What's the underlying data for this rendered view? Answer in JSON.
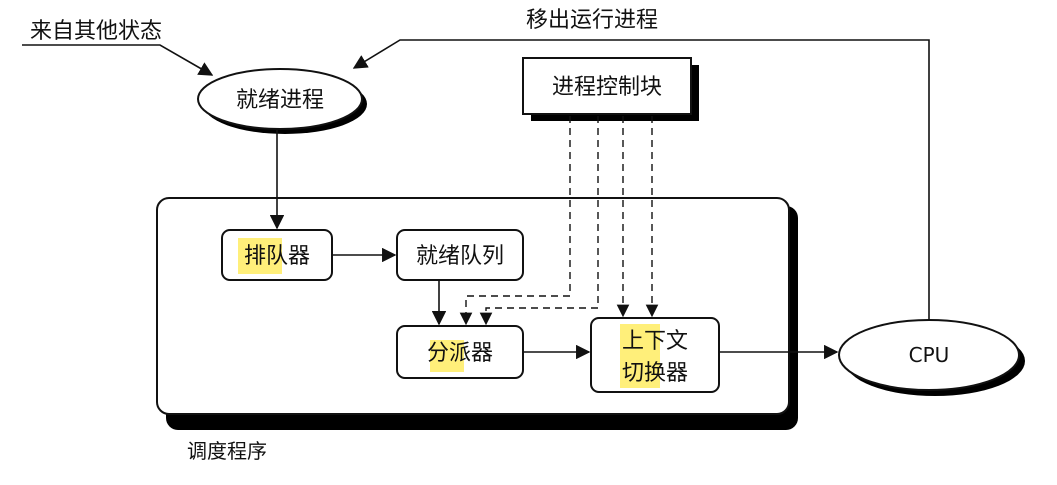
{
  "labels": {
    "from_other_states": "来自其他状态",
    "move_out_running": "移出运行进程",
    "ready_process": "就绪进程",
    "pcb": "进程控制块",
    "enqueuer": "排队器",
    "ready_queue": "就绪队列",
    "dispatcher": "分派器",
    "context_switcher_line1": "上下文",
    "context_switcher_line2": "切换器",
    "cpu": "CPU",
    "scheduler": "调度程序"
  },
  "colors": {
    "highlight": "#ffef7a",
    "stroke": "#111111",
    "shadow": "#000000",
    "background": "#ffffff"
  }
}
